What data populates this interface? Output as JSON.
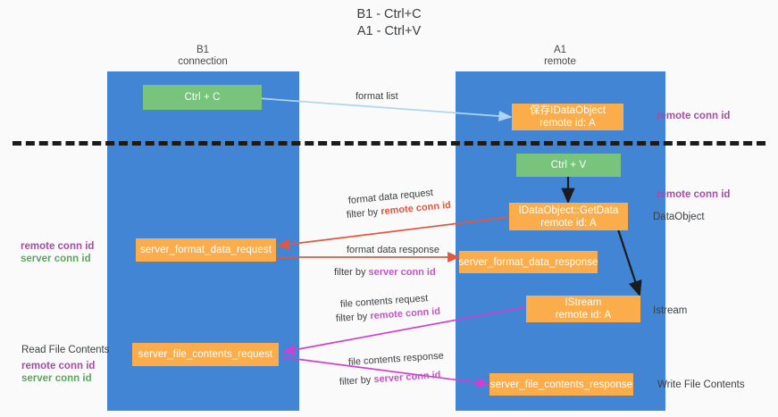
{
  "title": "B1 - Ctrl+C\nA1 - Ctrl+V",
  "columns": [
    {
      "name": "column-b1",
      "caption": "B1\nconnection"
    },
    {
      "name": "column-a1",
      "caption": "A1\nremote"
    }
  ],
  "boxes": {
    "ctrl_c": "Ctrl + C",
    "save_dataobject": "保存IDataObject\nremote id: A",
    "ctrl_v": "Ctrl + V",
    "getdata": "IDataObject::GetData\nremote id: A",
    "server_format_data_request": "server_format_data_request",
    "server_format_data_response": "server_format_data_response",
    "istream": "IStream\nremote id: A",
    "server_file_contents_request": "server_file_contents_request",
    "server_file_contents_response": "server_file_contents_response"
  },
  "edges": {
    "format_list": "format list",
    "format_data_request": "format data request",
    "format_data_request_filter_prefix": "filter by ",
    "format_data_request_filter_key": "remote conn id",
    "format_data_response": "format data response",
    "format_data_response_filter_prefix": "filter by ",
    "format_data_response_filter_key": "server conn id",
    "file_contents_request": "file contents request",
    "file_contents_request_filter_prefix": "filter by ",
    "file_contents_request_filter_key": "remote conn id",
    "file_contents_response": "file contents response",
    "file_contents_response_filter_prefix": "filter by ",
    "file_contents_response_filter_key": "server conn id"
  },
  "side_labels": {
    "right_remote_conn_id_top": "remote conn id",
    "right_remote_conn_id_mid": "remote conn id",
    "right_dataobject": "DataObject",
    "right_istream": "Istream",
    "right_write_file_contents": "Write File Contents",
    "left_remote_conn_id": "remote conn id",
    "left_server_conn_id": "server conn id",
    "left_read_file_contents": "Read File Contents",
    "left_remote_conn_id_2": "remote conn id",
    "left_server_conn_id_2": "server conn id"
  },
  "colors": {
    "lane": "#4285d4",
    "green_box": "#78c47c",
    "orange_box": "#fbad4c",
    "purple": "#a64ca6",
    "green_text": "#5aa85e",
    "red_arrow": "#e8553c",
    "magenta_arrow": "#d13fd1",
    "light_blue_arrow": "#aed4f0",
    "black_arrow": "#1b1b1b"
  }
}
